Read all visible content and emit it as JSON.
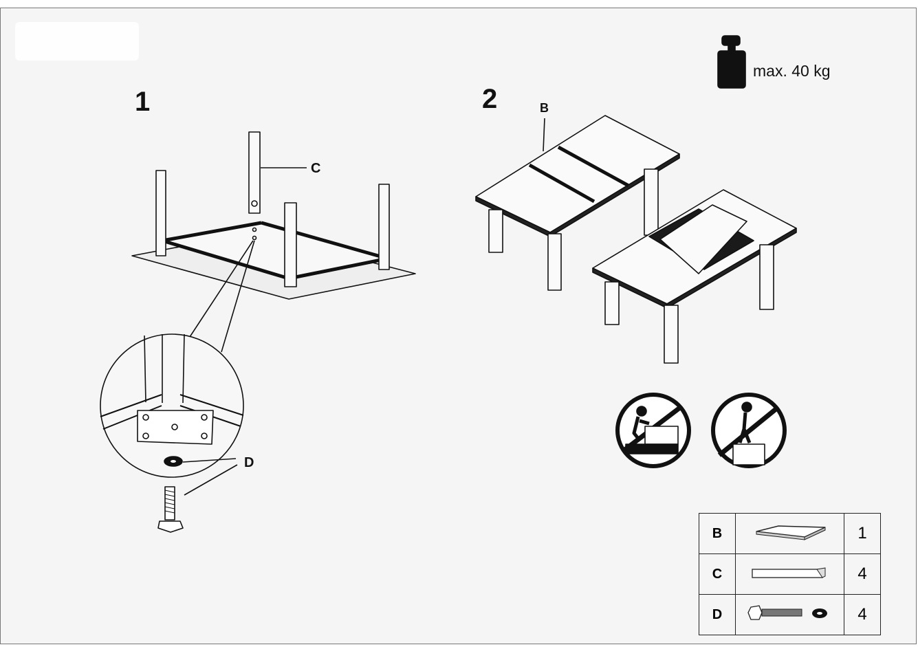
{
  "steps": {
    "step1": "1",
    "step2": "2"
  },
  "callouts": {
    "c": "C",
    "d": "D",
    "b": "B"
  },
  "weight": {
    "label": "max. 40 kg",
    "icon": "weight-icon"
  },
  "warnings": [
    {
      "icon": "no-sitting-pushing-icon"
    },
    {
      "icon": "no-standing-icon"
    }
  ],
  "parts": [
    {
      "key": "B",
      "qty": "1",
      "icon": "tabletop-leaf-icon"
    },
    {
      "key": "C",
      "qty": "4",
      "icon": "leg-icon"
    },
    {
      "key": "D",
      "qty": "4",
      "icon": "bolt-washer-icon"
    }
  ]
}
